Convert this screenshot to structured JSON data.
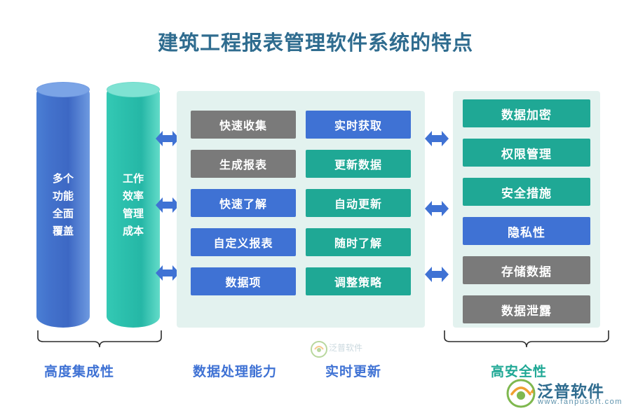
{
  "title": "建筑工程报表管理软件系统的特点",
  "cylinders": [
    {
      "id": "cyl-blue",
      "label": "多个功能全面覆盖",
      "color": "#3d68c4"
    },
    {
      "id": "cyl-green",
      "label": "工作效率管理成本",
      "color": "#25b7a6"
    }
  ],
  "middle_panel": {
    "chips": [
      {
        "label": "快速收集",
        "style": "gray"
      },
      {
        "label": "实时获取",
        "style": "blue"
      },
      {
        "label": "生成报表",
        "style": "gray"
      },
      {
        "label": "更新数据",
        "style": "teal"
      },
      {
        "label": "快速了解",
        "style": "blue"
      },
      {
        "label": "自动更新",
        "style": "teal"
      },
      {
        "label": "自定义报表",
        "style": "blue"
      },
      {
        "label": "随时了解",
        "style": "teal"
      },
      {
        "label": "数据项",
        "style": "blue"
      },
      {
        "label": "调整策略",
        "style": "teal"
      }
    ]
  },
  "right_panel": {
    "chips": [
      {
        "label": "数据加密",
        "style": "teal"
      },
      {
        "label": "权限管理",
        "style": "teal"
      },
      {
        "label": "安全措施",
        "style": "teal"
      },
      {
        "label": "隐私性",
        "style": "blue"
      },
      {
        "label": "存储数据",
        "style": "gray"
      },
      {
        "label": "数据泄露",
        "style": "gray"
      }
    ]
  },
  "bottom_labels": [
    {
      "label": "高度集成性",
      "color": "blue"
    },
    {
      "label": "数据处理能力",
      "color": "blue"
    },
    {
      "label": "实时更新",
      "color": "blue"
    },
    {
      "label": "高安全性",
      "color": "teal"
    }
  ],
  "watermark": {
    "text": "泛普软件"
  },
  "logo": {
    "name": "泛普软件",
    "domain": "www.fanpusoft.com"
  },
  "colors": {
    "title": "#2f6c8f",
    "blue": "#3f72d4",
    "teal": "#1fa895",
    "gray": "#7a7a7a",
    "panel_bg": "#e3f2ef"
  }
}
